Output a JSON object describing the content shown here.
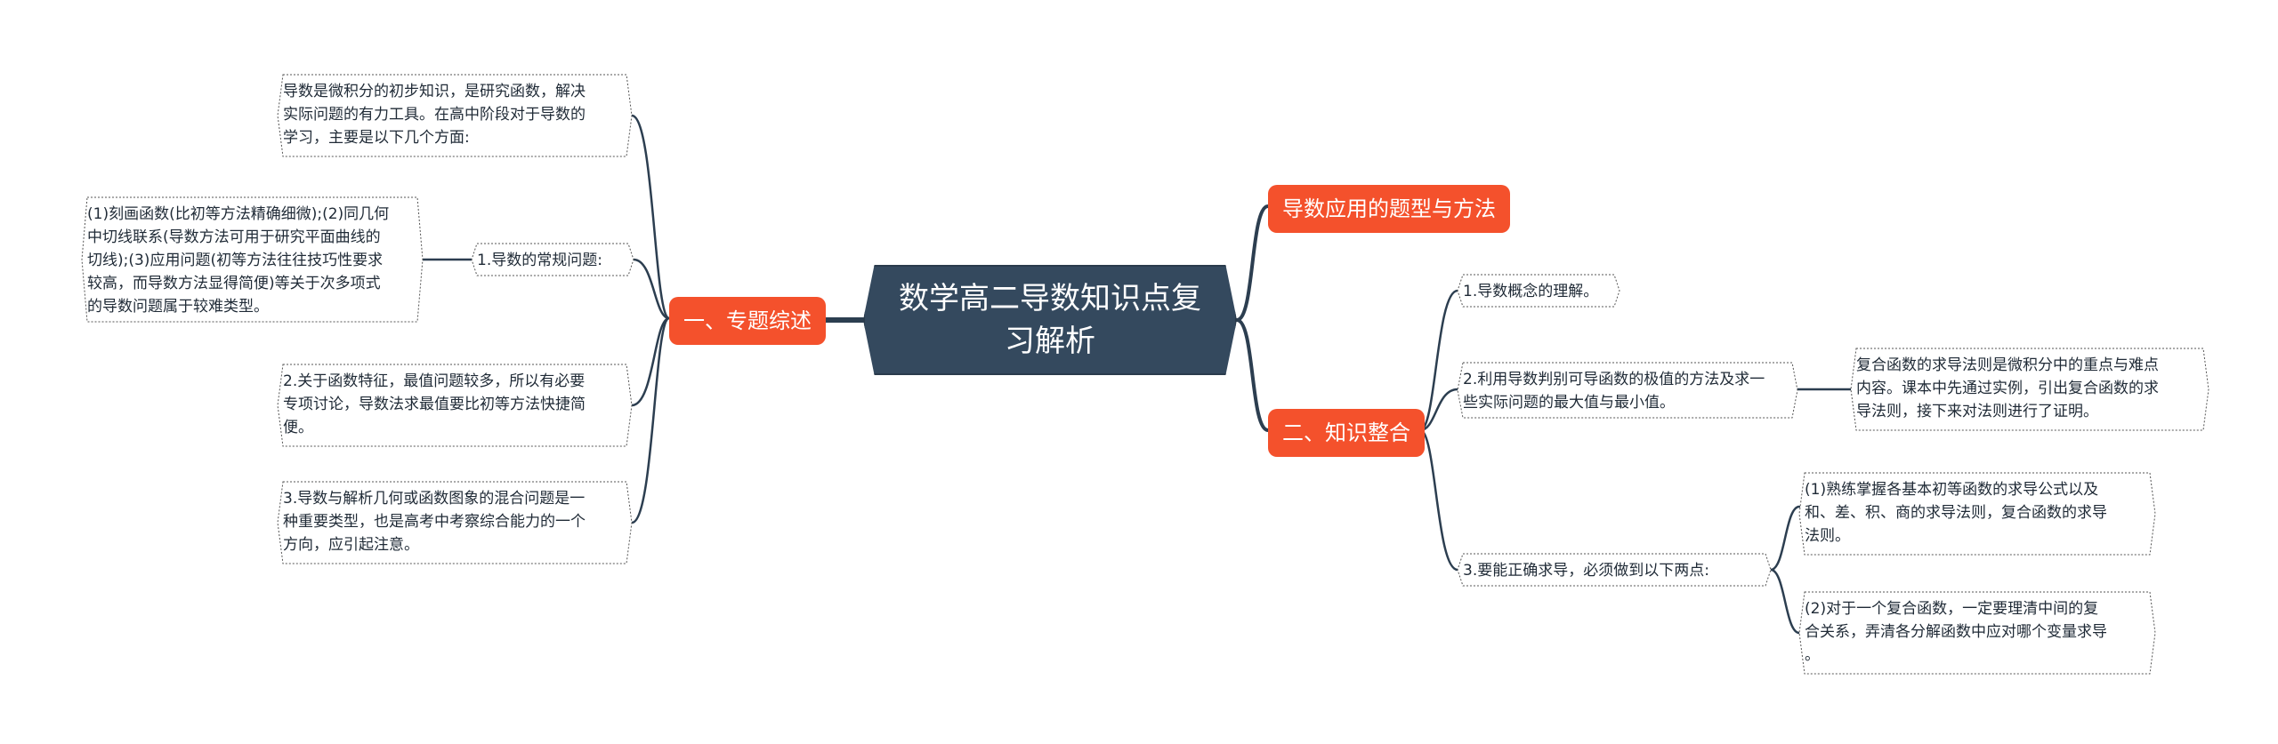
{
  "root": {
    "title": "数学高二导数知识点复习解析"
  },
  "left_branch": {
    "label": "一、专题综述",
    "items": [
      {
        "text": "导数是微积分的初步知识，是研究函数，解决\n实际问题的有力工具。在高中阶段对于导数的\n学习，主要是以下几个方面:"
      },
      {
        "text": "1.导数的常规问题:",
        "child": "(1)刻画函数(比初等方法精确细微);(2)同几何\n中切线联系(导数方法可用于研究平面曲线的\n切线);(3)应用问题(初等方法往往技巧性要求\n较高，而导数方法显得简便)等关于次多项式\n的导数问题属于较难类型。"
      },
      {
        "text": "2.关于函数特征，最值问题较多，所以有必要\n专项讨论，导数法求最值要比初等方法快捷简\n便。"
      },
      {
        "text": "3.导数与解析几何或函数图象的混合问题是一\n种重要类型，也是高考中考察综合能力的一个\n方向，应引起注意。"
      }
    ]
  },
  "right_top": {
    "label": "导数应用的题型与方法"
  },
  "right_branch": {
    "label": "二、知识整合",
    "items": [
      {
        "text": "1.导数概念的理解。"
      },
      {
        "text": "2.利用导数判别可导函数的极值的方法及求一\n些实际问题的最大值与最小值。",
        "child": "复合函数的求导法则是微积分中的重点与难点\n内容。课本中先通过实例，引出复合函数的求\n导法则，接下来对法则进行了证明。"
      },
      {
        "text": "3.要能正确求导，必须做到以下两点:",
        "children": [
          "(1)熟练掌握各基本初等函数的求导公式以及\n和、差、积、商的求导法则，复合函数的求导\n法则。",
          "(2)对于一个复合函数，一定要理清中间的复\n合关系，弄清各分解函数中应对哪个变量求导\n。"
        ]
      }
    ]
  },
  "colors": {
    "root_bg": "#34495e",
    "branch_bg": "#f4512c",
    "line": "#2c3e50"
  }
}
